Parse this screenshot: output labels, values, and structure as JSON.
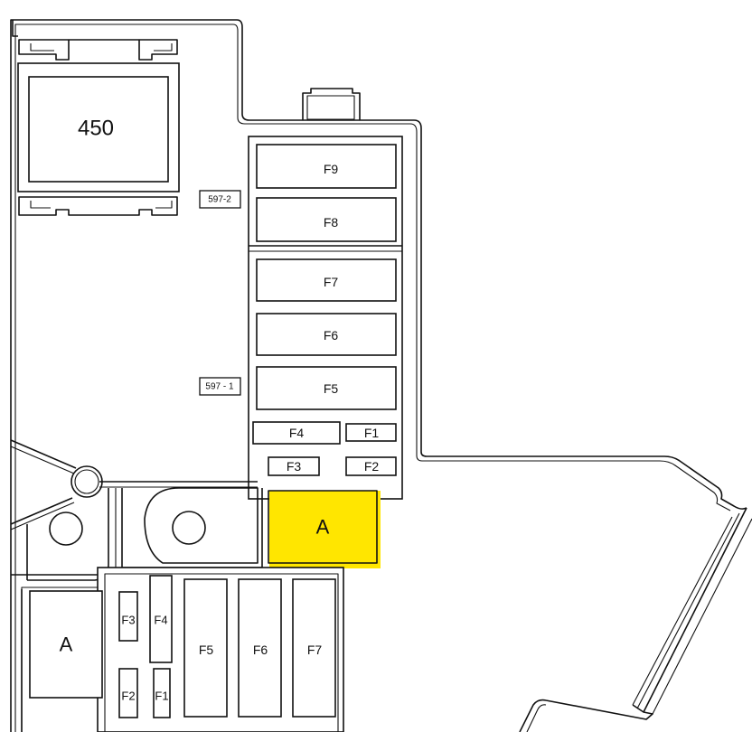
{
  "diagram": {
    "relay_label": "450",
    "connector_top": "597-2",
    "connector_mid": "597 - 1",
    "upper_block": {
      "fuses_large": [
        "F9",
        "F8",
        "F7",
        "F6",
        "F5"
      ],
      "fuses_small": {
        "f4": "F4",
        "f1": "F1",
        "f3": "F3",
        "f2": "F2"
      },
      "highlight_label": "A",
      "highlight_color": "#ffe600"
    },
    "lower_block": {
      "block_label": "A",
      "fuses_small": {
        "f3": "F3",
        "f4": "F4",
        "f2": "F2",
        "f1": "F1"
      },
      "fuses_large": [
        "F5",
        "F6",
        "F7"
      ]
    }
  }
}
